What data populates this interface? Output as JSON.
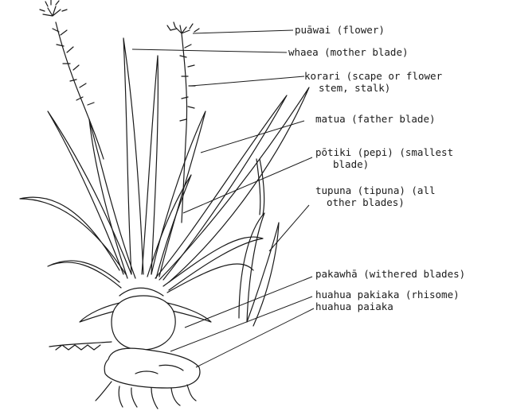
{
  "labels": {
    "puawai": "puāwai (flower)",
    "whaea": "whaea (mother blade)",
    "korari_1": "korari (scape or flower",
    "korari_2": "stem, stalk)",
    "matua": "matua (father blade)",
    "potiki_1": "pōtiki (pepi) (smallest",
    "potiki_2": "blade)",
    "tupuna_1": "tupuna (tipuna) (all",
    "tupuna_2": "other blades)",
    "pakawha": "pakawhā (withered blades)",
    "huahua_pakiaka": "huahua pakiaka (rhisome)",
    "huahua_paiaka": "huahua paiaka"
  },
  "colors": {
    "ink": "#1a1a1a",
    "paper": "#ffffff"
  }
}
